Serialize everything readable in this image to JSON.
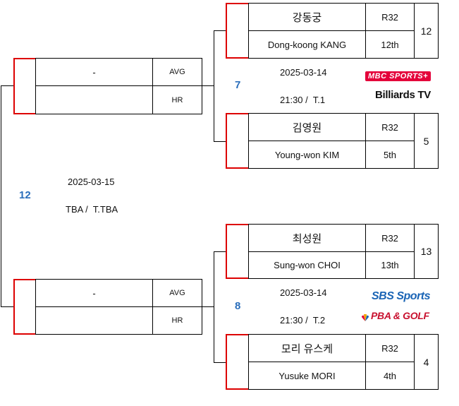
{
  "final": {
    "match_no": "12",
    "date": "2025-03-15",
    "time_table": "TBA /  T.TBA",
    "slot_top": {
      "name": "-",
      "avg_label": "AVG",
      "hr_label": "HR"
    },
    "slot_bottom": {
      "name": "-",
      "avg_label": "AVG",
      "hr_label": "HR"
    }
  },
  "match7": {
    "match_no": "7",
    "date": "2025-03-14",
    "time_table": "21:30 /  T.1",
    "broadcasters": [
      "MBC SPORTS+",
      "Billiards TV"
    ],
    "players": [
      {
        "name_ko": "강동궁",
        "name_en": "Dong-koong KANG",
        "round": "R32",
        "seed": "12th",
        "score": "12"
      },
      {
        "name_ko": "김영원",
        "name_en": "Young-won KIM",
        "round": "R32",
        "seed": "5th",
        "score": "5"
      }
    ]
  },
  "match8": {
    "match_no": "8",
    "date": "2025-03-14",
    "time_table": "21:30 /  T.2",
    "broadcasters": [
      "SBS Sports",
      "PBA & GOLF"
    ],
    "players": [
      {
        "name_ko": "최성원",
        "name_en": "Sung-won CHOI",
        "round": "R32",
        "seed": "13th",
        "score": "13"
      },
      {
        "name_ko": "모리 유스케",
        "name_en": "Yusuke MORI",
        "round": "R32",
        "seed": "4th",
        "score": "4"
      }
    ]
  },
  "colors": {
    "accent_red": "#d00000",
    "match_no_blue": "#2a6ebb",
    "mbc_red": "#e4003a",
    "sbs_blue": "#1a64b5"
  }
}
